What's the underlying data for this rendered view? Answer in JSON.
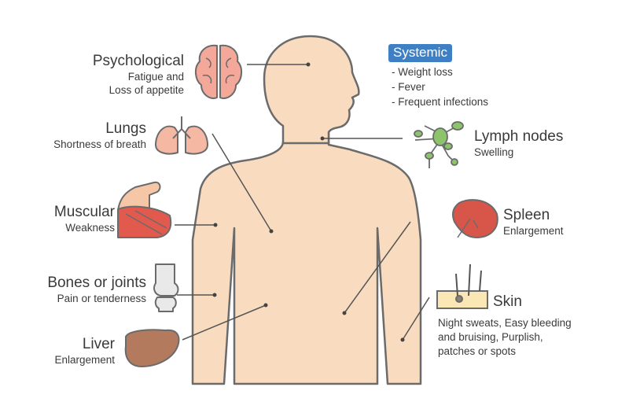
{
  "symptoms": {
    "psychological": {
      "title": "Psychological",
      "line1": "Fatigue and",
      "line2": "Loss of appetite",
      "icon": "brain-icon"
    },
    "lungs": {
      "title": "Lungs",
      "detail": "Shortness of breath",
      "icon": "lungs-icon"
    },
    "muscular": {
      "title": "Muscular",
      "detail": "Weakness",
      "icon": "flexed-arm-icon"
    },
    "bones": {
      "title": "Bones or joints",
      "detail": "Pain or tenderness",
      "icon": "knee-joint-icon"
    },
    "liver": {
      "title": "Liver",
      "detail": "Enlargement",
      "icon": "liver-icon"
    },
    "systemic": {
      "title": "Systemic",
      "items": [
        "- Weight loss",
        "- Fever",
        "- Frequent infections"
      ]
    },
    "lymph": {
      "title": "Lymph nodes",
      "detail": "Swelling",
      "icon": "lymph-nodes-icon"
    },
    "spleen": {
      "title": "Spleen",
      "detail": "Enlargement",
      "icon": "spleen-icon"
    },
    "skin": {
      "title": "Skin",
      "line1": "Night sweats, Easy bleeding",
      "line2": "and bruising, Purplish,",
      "line3": "patches or spots",
      "icon": "skin-hair-icon"
    }
  },
  "colors": {
    "body_fill": "#f9dcc0",
    "outline": "#6b6b6b",
    "badge": "#3f7fc4",
    "brain": "#f3a89a",
    "muscle": "#e25a4e",
    "lymph": "#8cc36b",
    "spleen": "#d8554a",
    "liver": "#b47a5e"
  }
}
